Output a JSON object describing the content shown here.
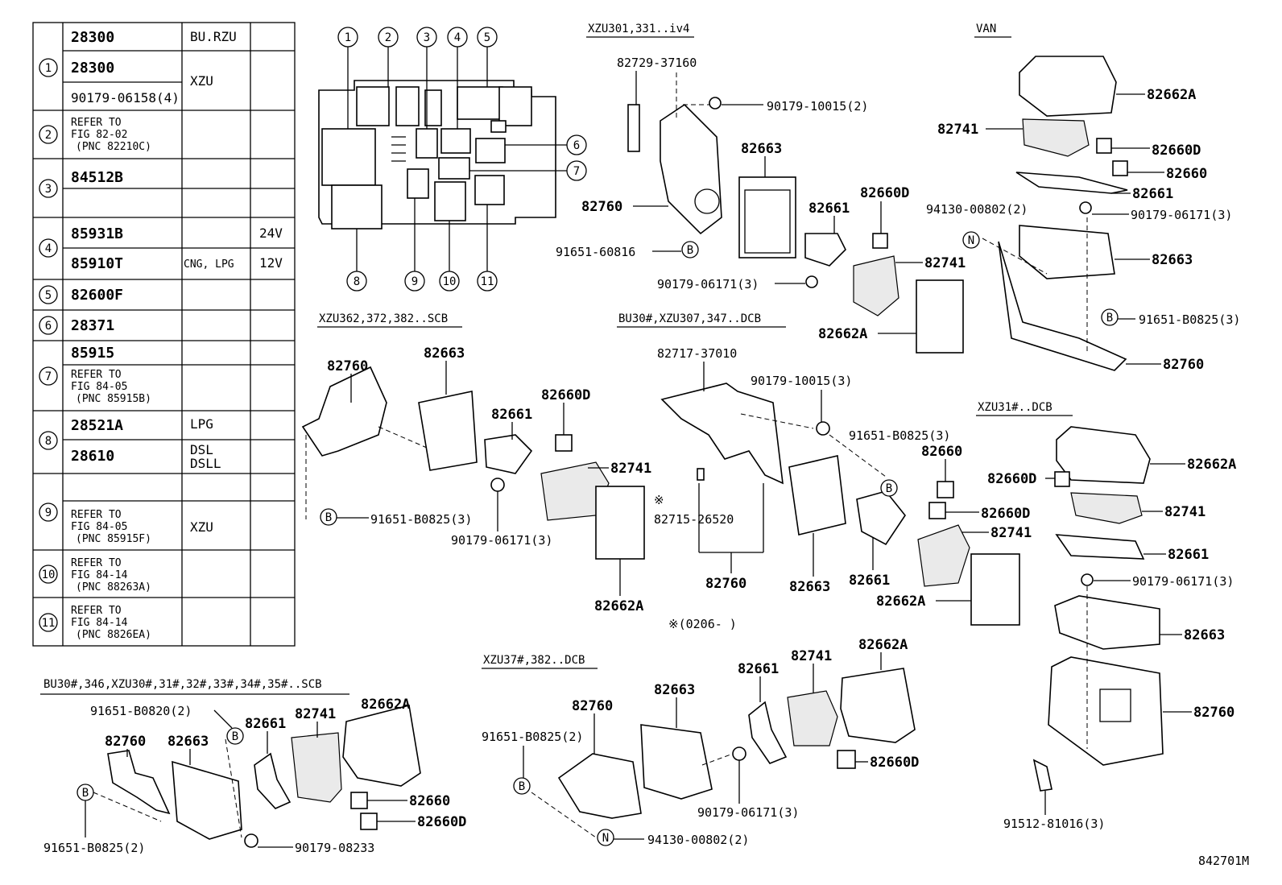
{
  "table": {
    "rows": [
      {
        "no": "1",
        "lines": [
          {
            "part": "28300",
            "note": "BU.RZU",
            "extra": ""
          },
          {
            "part": "28300",
            "note": "XZU",
            "extra": ""
          },
          {
            "part": "90179-06158(4)",
            "note": "",
            "extra": ""
          }
        ]
      },
      {
        "no": "2",
        "lines": [
          {
            "part": "REFER TO",
            "note": "",
            "extra": ""
          },
          {
            "part": "FIG 82-02",
            "note": "",
            "extra": ""
          },
          {
            "part": "(PNC 82210C)",
            "note": "",
            "extra": ""
          }
        ]
      },
      {
        "no": "3",
        "lines": [
          {
            "part": "84512B",
            "note": "",
            "extra": ""
          }
        ]
      },
      {
        "no": "4",
        "lines": [
          {
            "part": "85931B",
            "note": "",
            "extra": "24V"
          },
          {
            "part": "85910T",
            "note": "CNG, LPG",
            "extra": "12V"
          }
        ]
      },
      {
        "no": "5",
        "lines": [
          {
            "part": "82600F",
            "note": "",
            "extra": ""
          }
        ]
      },
      {
        "no": "6",
        "lines": [
          {
            "part": "28371",
            "note": "",
            "extra": ""
          }
        ]
      },
      {
        "no": "7",
        "lines": [
          {
            "part": "85915",
            "note": "",
            "extra": ""
          },
          {
            "part": "REFER TO",
            "note": "",
            "extra": ""
          },
          {
            "part": "FIG 84-05",
            "note": "",
            "extra": ""
          },
          {
            "part": "(PNC 85915B)",
            "note": "",
            "extra": ""
          }
        ]
      },
      {
        "no": "8",
        "lines": [
          {
            "part": "28521A",
            "note": "LPG",
            "extra": ""
          },
          {
            "part": "28610",
            "note": "DSL",
            "extra": ""
          },
          {
            "part": "",
            "note": "DSLL",
            "extra": ""
          }
        ]
      },
      {
        "no": "9",
        "lines": [
          {
            "part": "REFER TO",
            "note": "",
            "extra": ""
          },
          {
            "part": "FIG 84-05",
            "note": "XZU",
            "extra": ""
          },
          {
            "part": "(PNC 85915F)",
            "note": "",
            "extra": ""
          }
        ]
      },
      {
        "no": "10",
        "lines": [
          {
            "part": "REFER TO",
            "note": "",
            "extra": ""
          },
          {
            "part": "FIG 84-14",
            "note": "",
            "extra": ""
          },
          {
            "part": "(PNC 88263A)",
            "note": "",
            "extra": ""
          }
        ]
      },
      {
        "no": "11",
        "lines": [
          {
            "part": "REFER TO",
            "note": "",
            "extra": ""
          },
          {
            "part": "FIG 84-14",
            "note": "",
            "extra": ""
          },
          {
            "part": "(PNC 8826EA)",
            "note": "",
            "extra": ""
          }
        ]
      }
    ]
  },
  "fuse_box": {
    "callouts": [
      "1",
      "2",
      "3",
      "4",
      "5",
      "6",
      "7",
      "8",
      "9",
      "10",
      "11"
    ]
  },
  "groups": {
    "xzu301": {
      "header": "XZU301,331..iv4",
      "labels": {
        "a": "82729-37160",
        "b": "90179-10015(2)",
        "c": "82663",
        "d": "82760",
        "e": "82661",
        "f": "82660D",
        "g": "91651-60816",
        "h": "82741",
        "i": "90179-06171(3)",
        "j": "82662A"
      },
      "marker": "B"
    },
    "van": {
      "header": "VAN",
      "labels": {
        "a": "82662A",
        "b": "82741",
        "c": "82660D",
        "d": "82660",
        "e": "82661",
        "f": "94130-00802(2)",
        "g": "90179-06171(3)",
        "h": "82663",
        "i": "91651-B0825(3)",
        "j": "82760"
      },
      "marker_b": "B",
      "marker_n": "N"
    },
    "xzu362": {
      "header": "XZU362,372,382..SCB",
      "labels": {
        "a": "82760",
        "b": "82663",
        "c": "82660D",
        "d": "82661",
        "e": "82741",
        "f": "91651-B0825(3)",
        "g": "90179-06171(3)",
        "h": "82662A"
      },
      "marker": "B"
    },
    "bu30dcb": {
      "header": "BU30#,XZU307,347..DCB",
      "labels": {
        "a": "82717-37010",
        "b": "90179-10015(3)",
        "c": "91651-B0825(3)",
        "d": "82660",
        "e": "82715-26520",
        "f": "82660D",
        "g": "82741",
        "h": "82760",
        "i": "82663",
        "j": "82661",
        "k": "82662A"
      },
      "note": "※(0206-      )",
      "marker": "B",
      "asterisk": "※"
    },
    "xzu31dcb": {
      "header": "XZU31#..DCB",
      "labels": {
        "a": "82662A",
        "b": "82660D",
        "c": "82741",
        "d": "82661",
        "e": "90179-06171(3)",
        "f": "82663",
        "g": "82760",
        "h": "91512-81016(3)"
      }
    },
    "bu30scb": {
      "header": "BU30#,346,XZU30#,31#,32#,33#,34#,35#..SCB",
      "labels": {
        "a": "91651-B0820(2)",
        "b": "82661",
        "c": "82741",
        "d": "82662A",
        "e": "82760",
        "f": "82663",
        "g": "82660",
        "h": "82660D",
        "i": "91651-B0825(2)",
        "j": "90179-08233"
      },
      "marker1": "B",
      "marker2": "B"
    },
    "xzu37dcb": {
      "header": "XZU37#,382..DCB",
      "labels": {
        "a": "82661",
        "b": "82741",
        "c": "82662A",
        "d": "82663",
        "e": "82760",
        "f": "91651-B0825(2)",
        "g": "90179-06171(3)",
        "h": "82660D",
        "i": "94130-00802(2)"
      },
      "marker_b": "B",
      "marker_n": "N"
    }
  },
  "figure_id": "842701M"
}
